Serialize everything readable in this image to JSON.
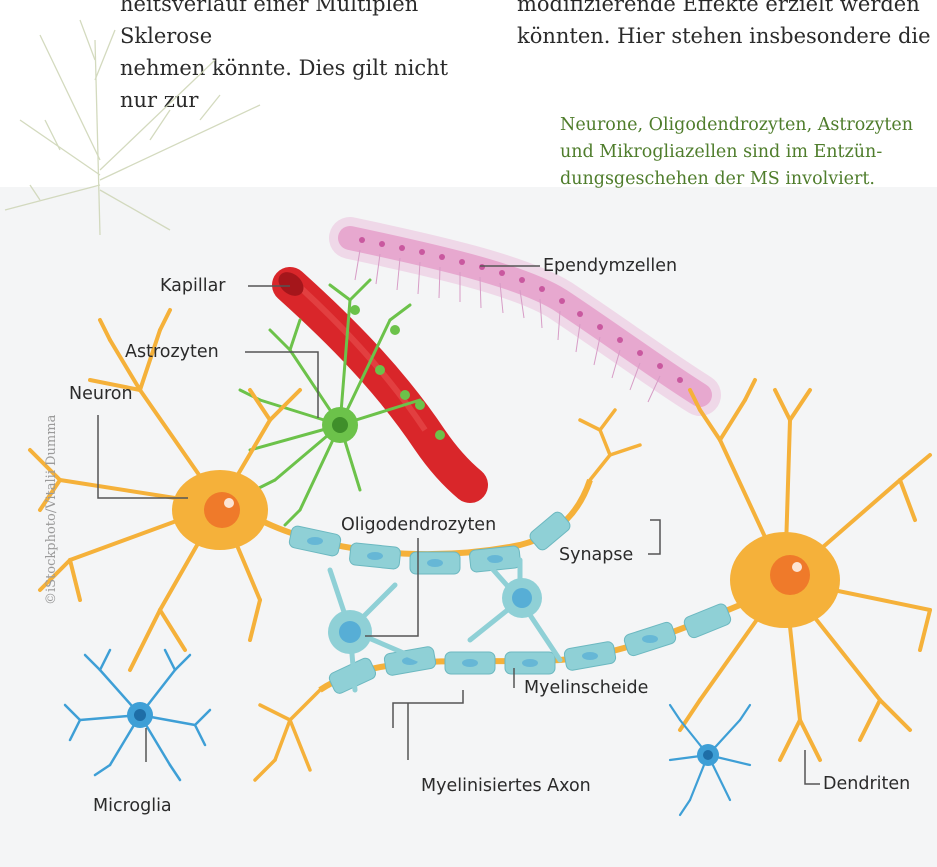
{
  "body_text": {
    "left_lines": [
      "heitsverlauf einer Multiplen Sklerose",
      "nehmen könnte. Dies gilt nicht nur zur"
    ],
    "right_lines": [
      "modifizierende Effekte erzielt werden",
      "könnten. Hier stehen insbesondere die"
    ]
  },
  "caption": {
    "lines": [
      "Neurone, Oligodendrozyten, Astrozyten",
      "und Mikrogliazellen sind im Entzün-",
      "dungsgeschehen der MS involviert."
    ]
  },
  "diagram": {
    "labels": {
      "ependymzellen": "Ependymzellen",
      "kapillar": "Kapillar",
      "astrozyten": "Astrozyten",
      "neuron": "Neuron",
      "oligodendrozyten": "Oligodendrozyten",
      "synapse": "Synapse",
      "myelinscheide": "Myelinscheide",
      "dendriten": "Dendriten",
      "myelinisiertes_axon": "Myelinisiertes Axon",
      "microglia": "Microglia"
    },
    "credit": "©iStockphoto/Vitalii Dumma"
  },
  "colors": {
    "caption": "#4f7d2c",
    "neuron": "#f5b13a",
    "nucleus": "#ef7a2a",
    "myelin": "#8fd0d6",
    "astrocyte": "#6cc24a",
    "capillary": "#d9262a",
    "ependymal": "#e7a8cf",
    "microglia": "#3e9fd6"
  }
}
